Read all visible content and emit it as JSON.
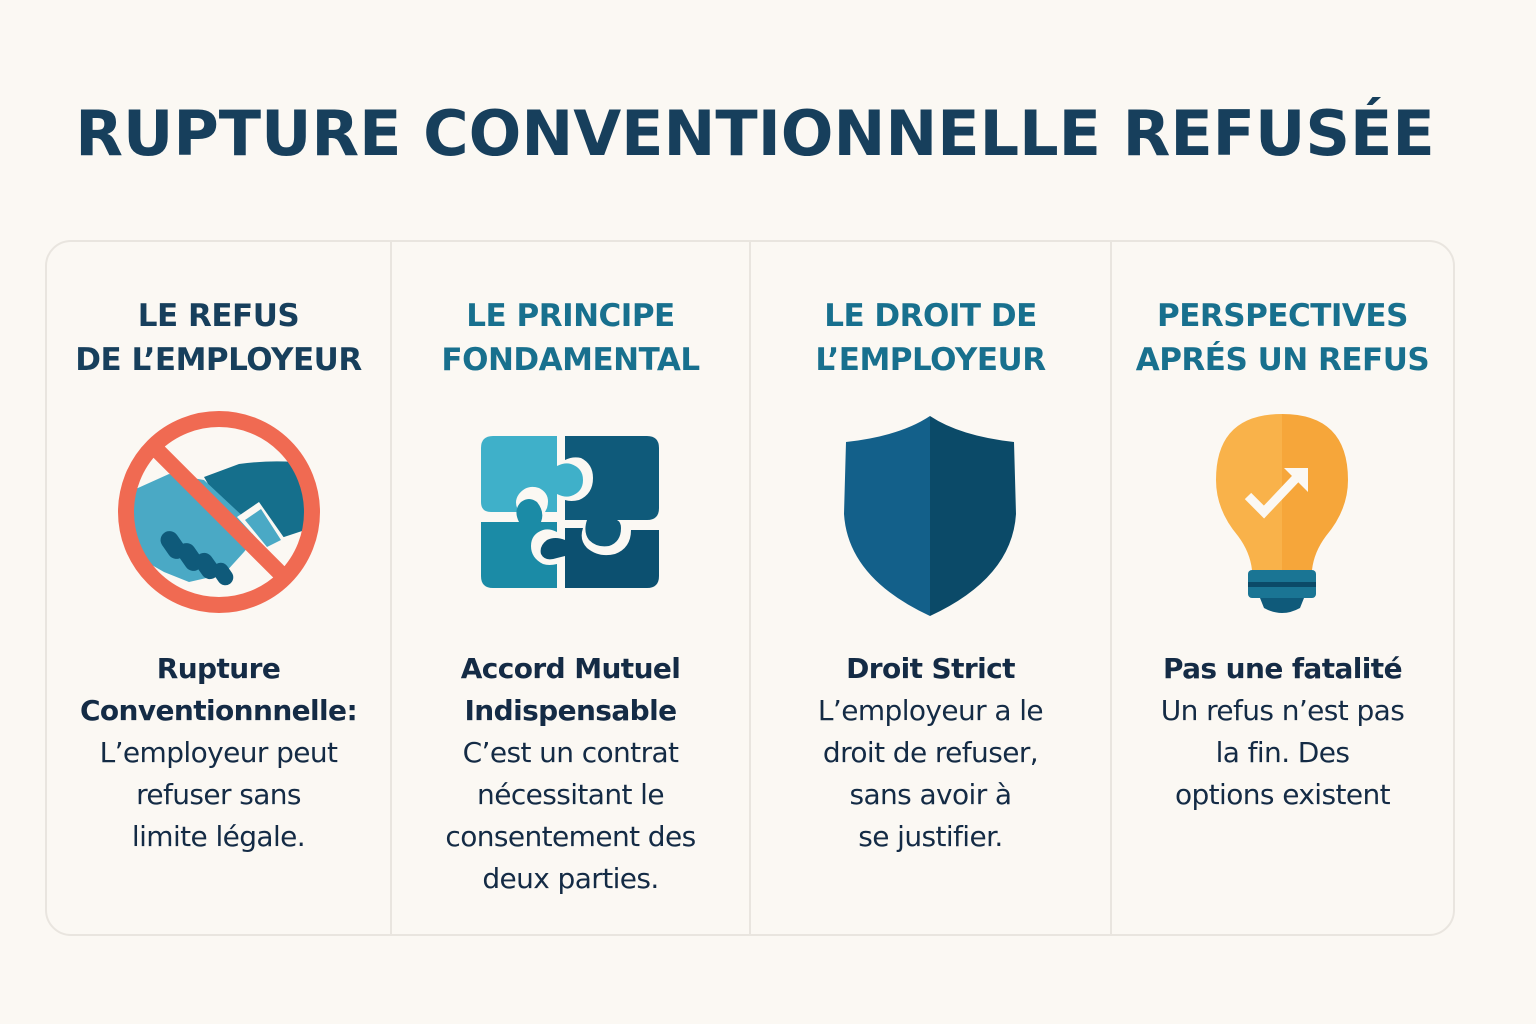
{
  "page": {
    "title": "RUPTURE CONVENTIONNELLE REFUSÉE",
    "background": "#fbf8f3",
    "title_color": "#173f5c"
  },
  "cards": [
    {
      "heading_lines": [
        "LE REFUS",
        "DE L’EMPLOYEUR"
      ],
      "heading_color": "#173f5c",
      "icon": "no-handshake-icon",
      "body_lines": [
        "Rupture",
        "Conventionnnelle:",
        "L’employeur peut",
        "refuser sans",
        "limite légale."
      ],
      "strong_lines": 2
    },
    {
      "heading_lines": [
        "LE PRINCIPE",
        "FONDAMENTAL"
      ],
      "heading_color": "#18708e",
      "icon": "puzzle-icon",
      "body_lines": [
        "Accord Mutuel",
        "Indispensable",
        "C’est un contrat",
        "nécessitant le",
        "consentement des",
        "deux parties."
      ],
      "strong_lines": 2
    },
    {
      "heading_lines": [
        "LE DROIT DE",
        "L’EMPLOYEUR"
      ],
      "heading_color": "#18708e",
      "icon": "shield-icon",
      "body_lines": [
        "Droit Strict",
        "L’employeur a le",
        "droit de refuser,",
        "sans avoir à",
        "se justifier."
      ],
      "strong_lines": 1
    },
    {
      "heading_lines": [
        "PERSPECTIVES",
        "APRÉS UN REFUS"
      ],
      "heading_color": "#18708e",
      "icon": "lightbulb-icon",
      "body_lines": [
        "Pas une fatalité",
        "Un refus n’est pas",
        "la fin. Des",
        "options existent"
      ],
      "strong_lines": 1
    }
  ],
  "colors": {
    "prohibit_red": "#f06a52",
    "teal_light": "#3fb0c9",
    "teal_mid": "#1a8aa6",
    "navy": "#0f5a7a",
    "navy_dark": "#0b4a68",
    "bulb_orange": "#f9ae3c",
    "body_text": "#142b45"
  }
}
